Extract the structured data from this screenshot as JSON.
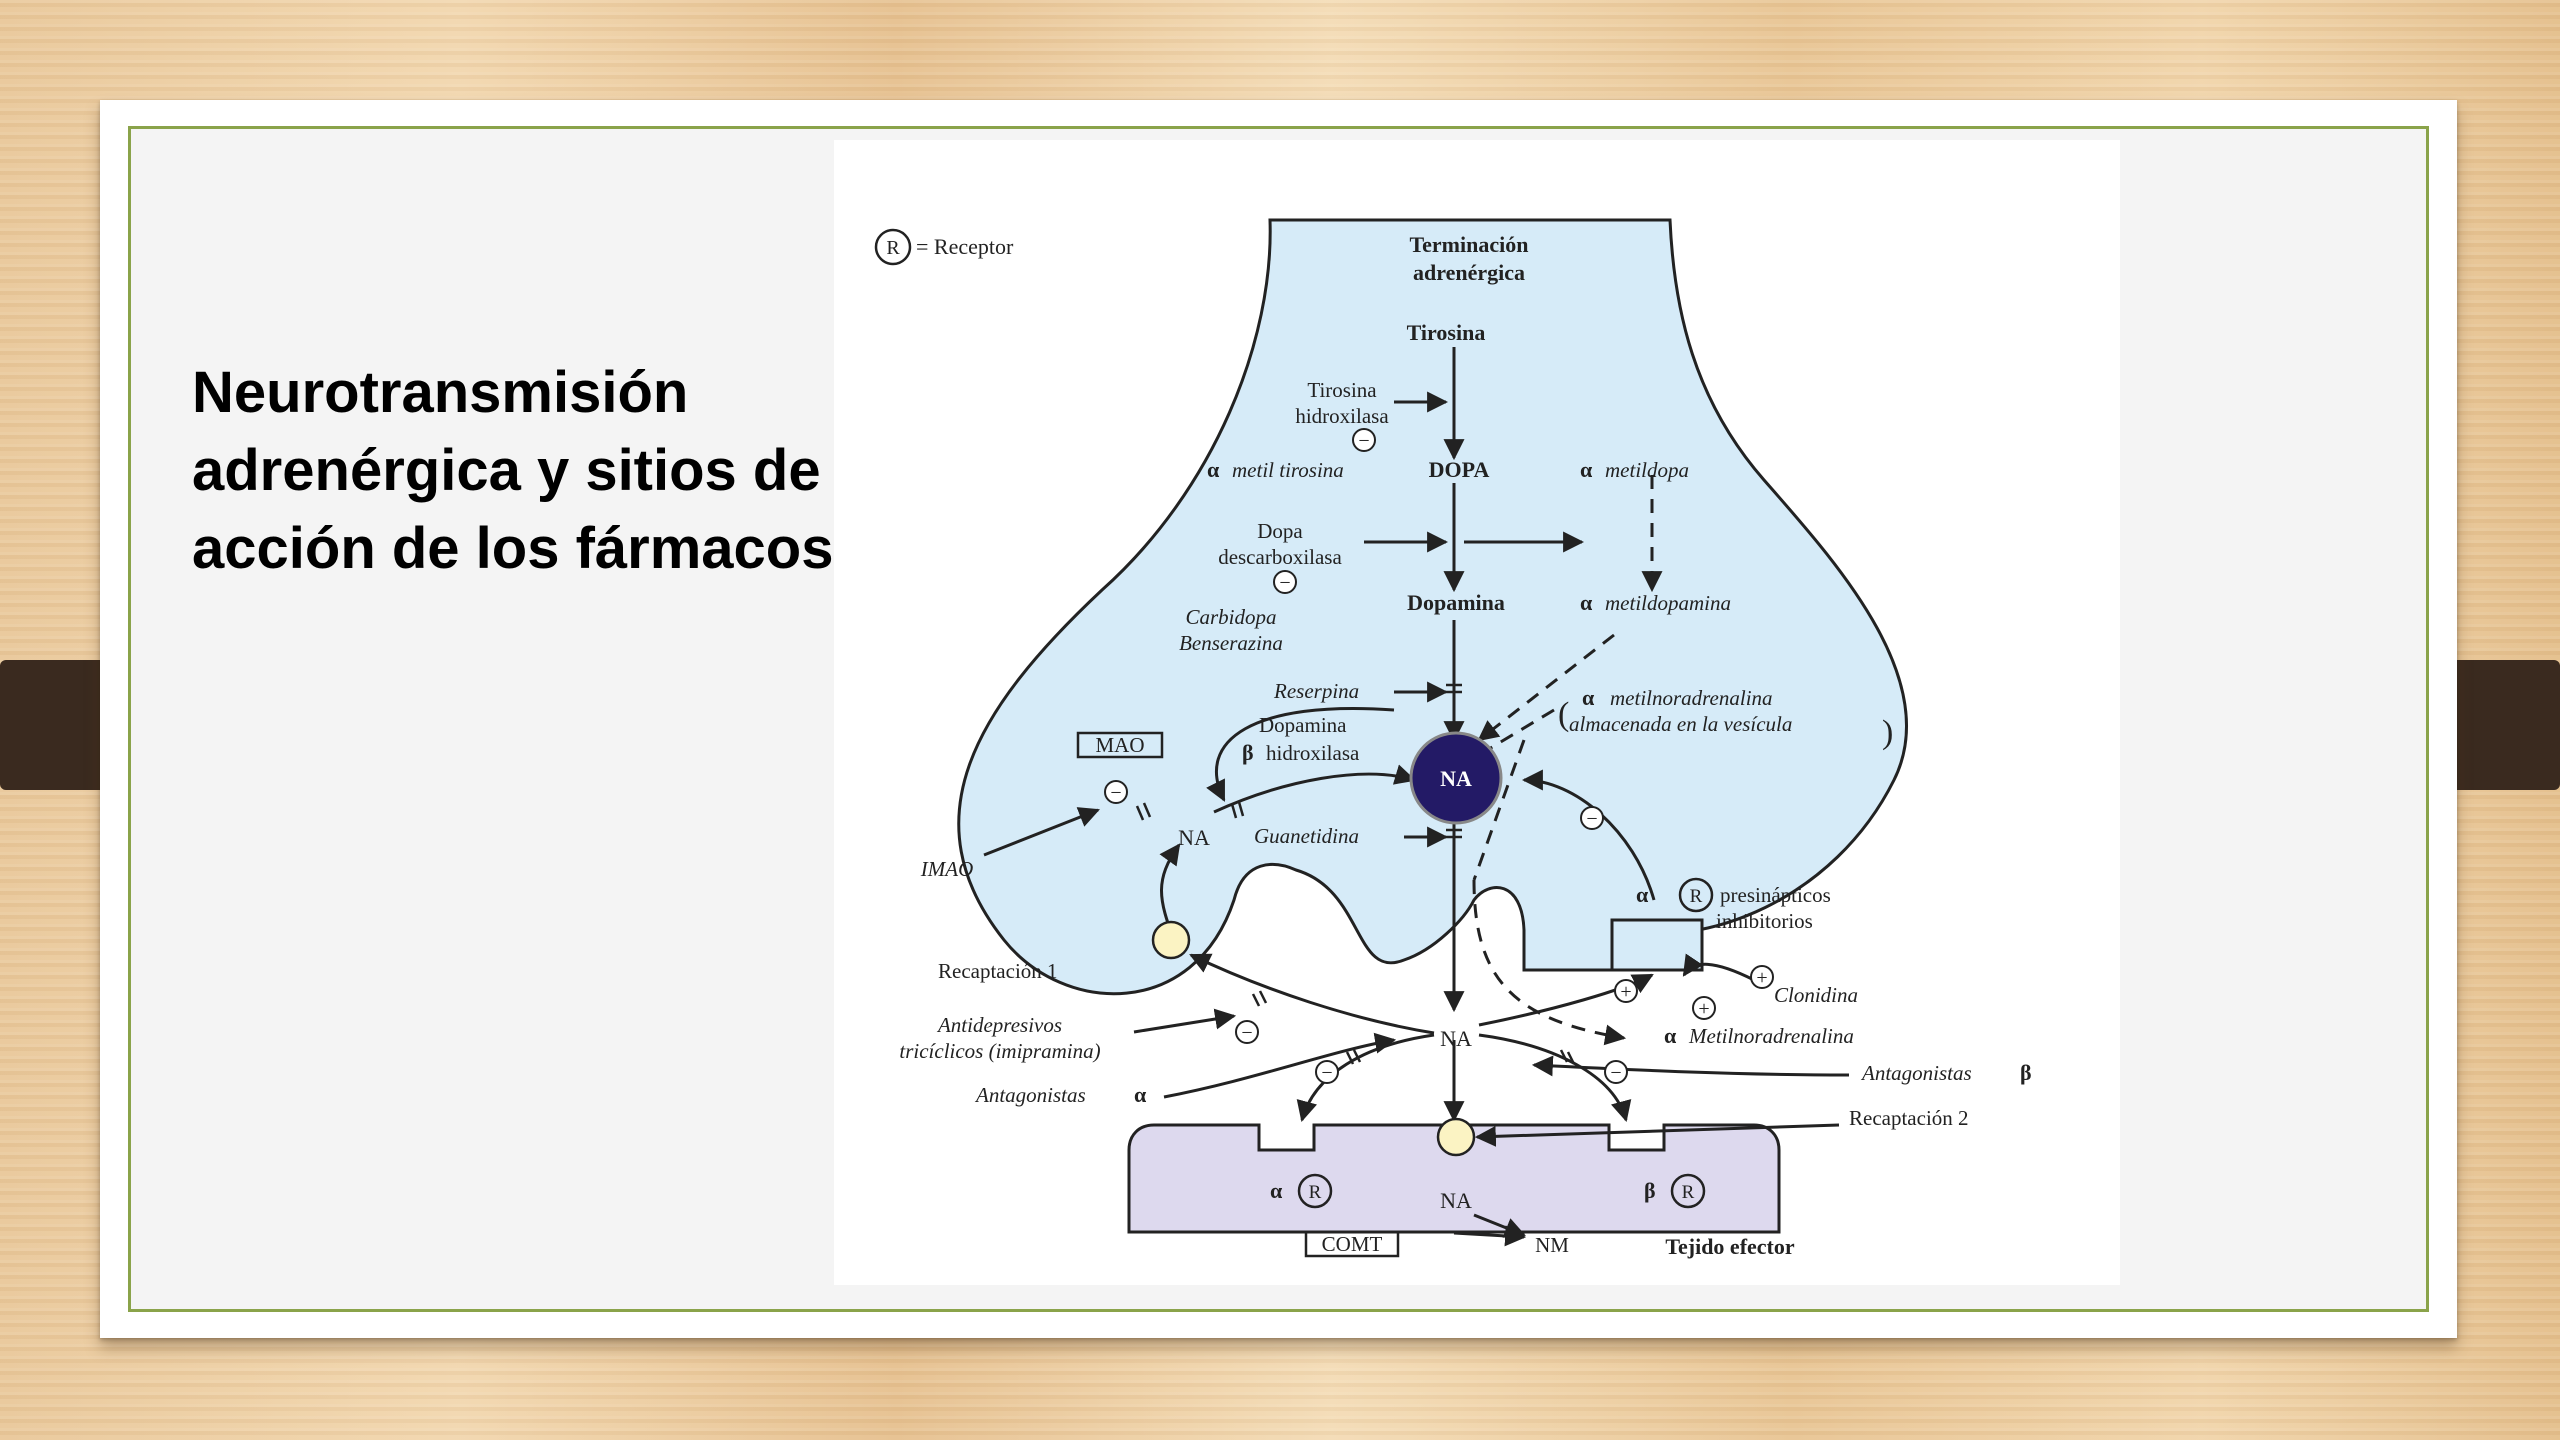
{
  "slide": {
    "title_lines": [
      "Neurotransmisión",
      "adrenérgica y sitios de",
      "acción de los fármacos."
    ]
  },
  "diagram": {
    "legend_text": "= Receptor",
    "receptor_symbol": "R",
    "terminal_title_1": "Terminación",
    "terminal_title_2": "adrenérgica",
    "tirosina": "Tirosina",
    "tirosina_hidroxilasa_1": "Tirosina",
    "tirosina_hidroxilasa_2": "hidroxilasa",
    "alpha_metil_tirosina": "metil tirosina",
    "dopa": "DOPA",
    "alpha_metildopa": "metildopa",
    "dopa_descarboxilasa_1": "Dopa",
    "dopa_descarboxilasa_2": "descarboxilasa",
    "carbidopa": "Carbidopa",
    "benserazina": "Benserazina",
    "dopamina": "Dopamina",
    "alpha_metildopamina": "metildopamina",
    "reserpina": "Reserpina",
    "dopamina_b_hidroxilasa_1": "Dopamina",
    "dopamina_b_hidroxilasa_2": "hidroxilasa",
    "metilnoradrenalina_vesicula_1": "metilnoradrenalina",
    "metilnoradrenalina_vesicula_2": "almacenada en la vesícula",
    "mao": "MAO",
    "na_vesicle": "NA",
    "na_cyto": "NA",
    "imao": "IMAO",
    "guanetidina": "Guanetidina",
    "presinapticos_1": "presinápticos",
    "presinapticos_2": "inhibitorios",
    "recaptacion_1": "Recaptación 1",
    "clonidina": "Clonidina",
    "antidepresivos_1": "Antidepresivos",
    "antidepresivos_2": "tricíclicos (imipramina)",
    "na_cleft": "NA",
    "metilnoradrenalina_cleft": "Metilnoradrenalina",
    "antagonistas_a": "Antagonistas",
    "antagonistas_b": "Antagonistas",
    "recaptacion_2": "Recaptación 2",
    "na_effector": "NA",
    "comt": "COMT",
    "nm": "NM",
    "tejido_efector": "Tejido efector",
    "alpha": "α",
    "beta": "β",
    "minus": "−",
    "plus": "+",
    "colors": {
      "terminal_fill": "#d6ebf8",
      "effector_fill": "#ddd9ee",
      "vesicle_fill": "#231a66",
      "transporter_fill": "#fbf3c3",
      "ink": "#222222",
      "slide_border": "#8aa34a"
    }
  }
}
